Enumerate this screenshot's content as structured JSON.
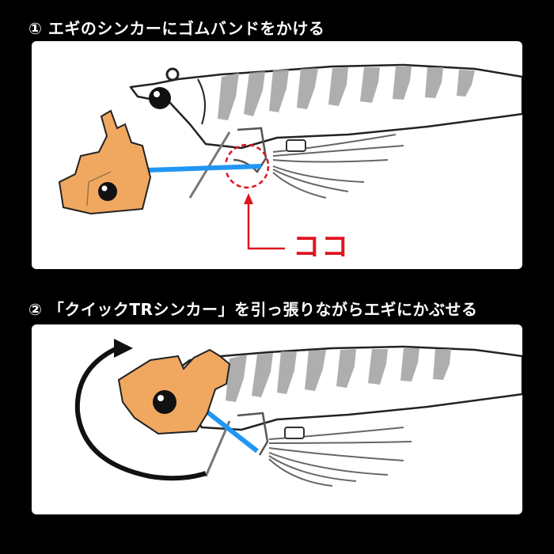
{
  "step1": {
    "title": "① エギのシンカーにゴムバンドをかける",
    "label": "ココ"
  },
  "step2": {
    "title": "② 「クイックTRシンカー」を引っ張りながらエギにかぶせる"
  },
  "colors": {
    "background": "#000000",
    "panel": "#ffffff",
    "sinker": "#f0a860",
    "band": "#2196f3",
    "highlight": "#e0141e",
    "stripe": "#9e9e9e"
  }
}
